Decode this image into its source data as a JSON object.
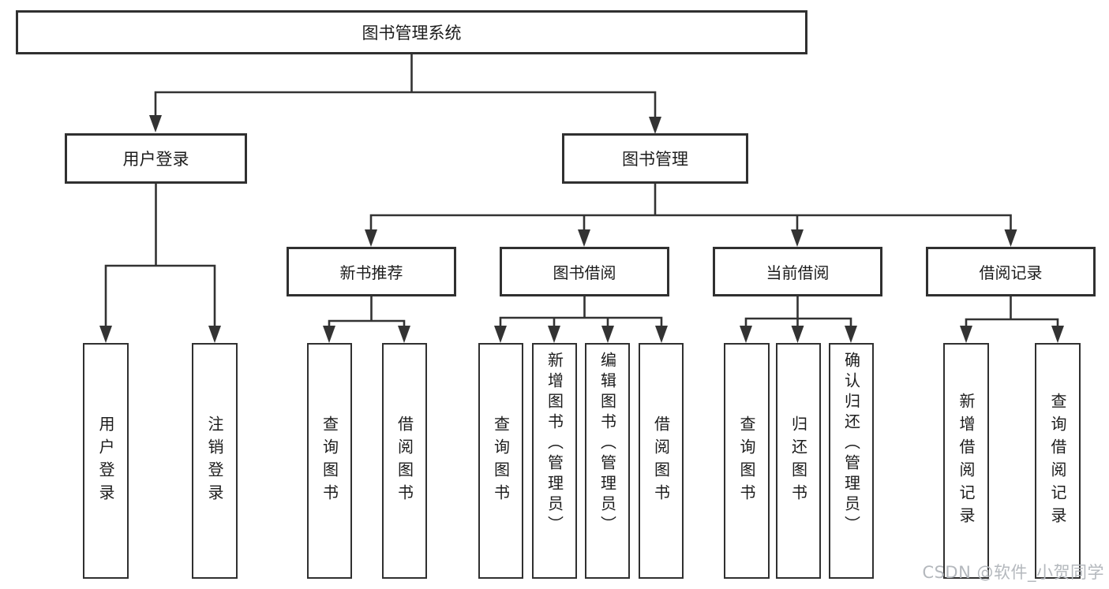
{
  "title": "图书管理系统",
  "colors": {
    "background": "#ffffff",
    "border": "#303030",
    "line": "#333333",
    "text": "#1c1c1c",
    "watermark": "#b4b8bd"
  },
  "tree": {
    "root": {
      "label": "图书管理系统"
    },
    "user": {
      "label": "用户登录",
      "children": [
        {
          "label": "用户登录"
        },
        {
          "label": "注销登录"
        }
      ]
    },
    "mgmt": {
      "label": "图书管理",
      "groups": [
        {
          "label": "新书推荐",
          "children": [
            {
              "label": "查询图书"
            },
            {
              "label": "借阅图书"
            }
          ]
        },
        {
          "label": "图书借阅",
          "children": [
            {
              "label": "查询图书"
            },
            {
              "label": "新增图书（管理员）"
            },
            {
              "label": "编辑图书（管理员）"
            },
            {
              "label": "借阅图书"
            }
          ]
        },
        {
          "label": "当前借阅",
          "children": [
            {
              "label": "查询图书"
            },
            {
              "label": "归还图书"
            },
            {
              "label": "确认归还（管理员）"
            }
          ]
        },
        {
          "label": "借阅记录",
          "children": [
            {
              "label": "新增借阅记录"
            },
            {
              "label": "查询借阅记录"
            }
          ]
        }
      ]
    }
  },
  "watermark": {
    "text": "CSDN @软件_小贺同学"
  }
}
